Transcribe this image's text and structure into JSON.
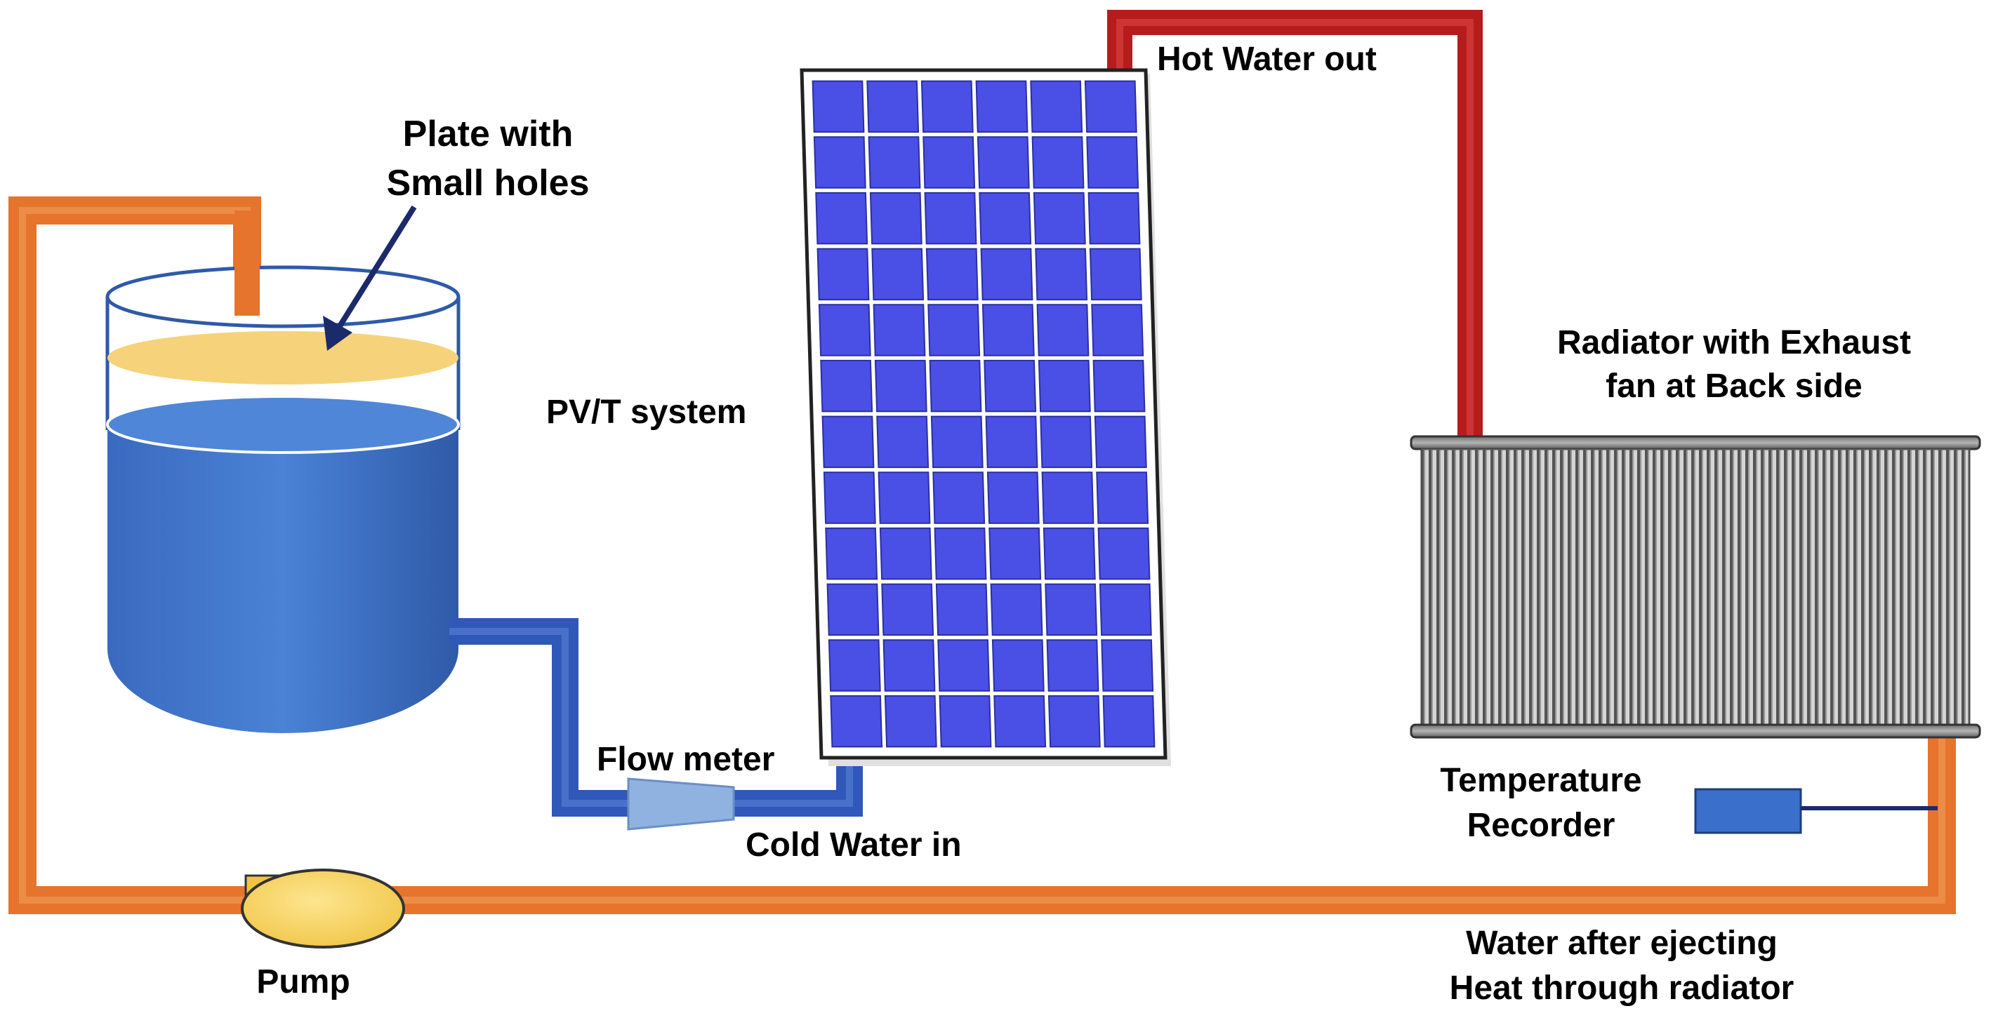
{
  "labels": {
    "plate_line1": "Plate with",
    "plate_line2": "Small holes",
    "hot_water": "Hot Water out",
    "pvt": "PV/T system",
    "radiator_line1": "Radiator with Exhaust",
    "radiator_line2": "fan at Back side",
    "flow_meter": "Flow meter",
    "cold_water": "Cold Water in",
    "temp_line1": "Temperature",
    "temp_line2": "Recorder",
    "pump": "Pump",
    "water_after_line1": "Water after ejecting",
    "water_after_line2": "Heat through radiator"
  },
  "panel": {
    "rows": 12,
    "cols": 6
  },
  "colors": {
    "orange_pipe": "#e6742c",
    "orange_pipe_light": "#f0a05e",
    "blue_pipe": "#2f58b8",
    "blue_pipe_light": "#5d82d6",
    "red_pipe": "#b71c1c",
    "red_pipe_light": "#e04848",
    "water": "#3f74c8",
    "plate": "#f6d37a",
    "cell": "#4a50e6",
    "pump": "#f7d567",
    "flow_meter": "#8fb2e0",
    "recorder": "#3a6fcc"
  }
}
